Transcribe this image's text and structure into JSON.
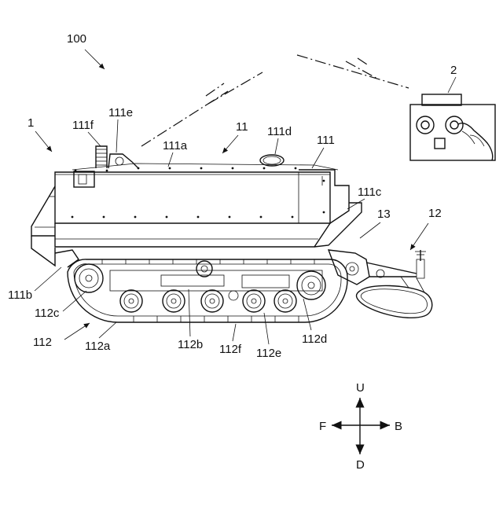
{
  "figure": {
    "labels": {
      "system": "100",
      "vehicle": "1",
      "controller": "2",
      "body": "11",
      "cover": "111",
      "top_panel": "111a",
      "front_lower": "111b",
      "rear_lower": "111c",
      "hatch": "111d",
      "antenna": "111e",
      "fin_cover": "111f",
      "crawler": "112",
      "track": "112a",
      "frame": "112b",
      "drive_wheel": "112c",
      "idler": "112d",
      "road_wheel": "112e",
      "track_guard": "112f",
      "attachment": "12",
      "connector": "13"
    },
    "directions": {
      "up": "U",
      "down": "D",
      "front": "F",
      "back": "B"
    }
  }
}
